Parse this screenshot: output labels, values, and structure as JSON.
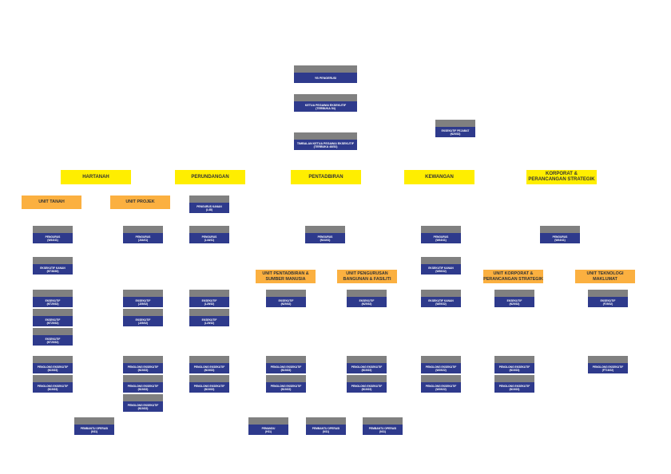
{
  "top": {
    "chairman": {
      "title": "YB PENGERUSI",
      "grade": ""
    },
    "ceo": {
      "title": "KETUA PEGAWAI EKSEKUTIF",
      "grade": "(TERBUKA 54)"
    },
    "deputy_ceo": {
      "title": "TIMBALAN KETUA PEGAWAI EKSEKUTIF",
      "grade": "(TERBUKA 48/52)"
    },
    "office_exec": {
      "title": "EKSEKUTIF PEJABAT",
      "grade": "(N29/32)"
    }
  },
  "departments": [
    "HARTANAH",
    "PERUNDANGAN",
    "PENTADBIRAN",
    "KEWANGAN",
    "KORPORAT &\nPERANCANGAN STRATEGIK"
  ],
  "units": [
    "UNIT TANAH",
    "UNIT PROJEK",
    "UNIT PENTADBIRAN &\nSUMBER MANUSIA",
    "UNIT PENGURUSAN\nBANGUNAN & FASILITI",
    "UNIT KORPORAT &\nPERANCANGAN STRATEGIK",
    "UNIT TEKNOLOGI\nMAKLUMAT"
  ],
  "positions": {
    "pk_l48": {
      "title": "PENGURUS KANAN",
      "grade": "(L48)"
    },
    "tanah_pengurus": {
      "title": "PENGURUS",
      "grade": "(W44/41)"
    },
    "projek_pengurus": {
      "title": "PENGURUS",
      "grade": "(J44/41)"
    },
    "perundangan_pengurus": {
      "title": "PENGURUS",
      "grade": "(L44/41)"
    },
    "pentadbiran_pengurus": {
      "title": "PENGURUS",
      "grade": "(N44/41)"
    },
    "kewangan_pengurus": {
      "title": "PENGURUS",
      "grade": "(W44/41)"
    },
    "korporat_pengurus": {
      "title": "PENGURUS",
      "grade": "(W44/41)"
    },
    "tanah_ek_kanan": {
      "title": "EKSEKUTIF KANAN",
      "grade": "(NT36/40)"
    },
    "kewangan_ek_kanan1": {
      "title": "EKSEKUTIF KANAN",
      "grade": "(W36/32)"
    },
    "tanah_ek1": {
      "title": "EKSEKUTIF",
      "grade": "(NT29/32)"
    },
    "tanah_ek2": {
      "title": "EKSEKUTIF",
      "grade": "(NT29/32)"
    },
    "tanah_ek3": {
      "title": "EKSEKUTIF",
      "grade": "(NT29/32)"
    },
    "projek_ek1": {
      "title": "EKSEKUTIF",
      "grade": "(J29/32)"
    },
    "projek_ek2": {
      "title": "EKSEKUTIF",
      "grade": "(J29/32)"
    },
    "perundangan_ek1": {
      "title": "EKSEKUTIF",
      "grade": "(L29/32)"
    },
    "perundangan_ek2": {
      "title": "EKSEKUTIF",
      "grade": "(L29/32)"
    },
    "psm_ek": {
      "title": "EKSEKUTIF",
      "grade": "(N29/32)"
    },
    "pbf_ek": {
      "title": "EKSEKUTIF",
      "grade": "(N29/32)"
    },
    "kewangan_ek_kanan2": {
      "title": "EKSEKUTIF KANAN",
      "grade": "(W29/32)"
    },
    "korporat_ek": {
      "title": "EKSEKUTIF",
      "grade": "(N29/32)"
    },
    "it_ek": {
      "title": "EKSEKUTIF",
      "grade": "(F29/32)"
    },
    "tanah_pe1": {
      "title": "PENOLONG EKSEKUTIF",
      "grade": "(N19/22)"
    },
    "tanah_pe2": {
      "title": "PENOLONG EKSEKUTIF",
      "grade": "(N19/22)"
    },
    "projek_pe1": {
      "title": "PENOLONG EKSEKUTIF",
      "grade": "(N19/22)"
    },
    "projek_pe2": {
      "title": "PENOLONG EKSEKUTIF",
      "grade": "(N19/22)"
    },
    "projek_pe3": {
      "title": "PENOLONG EKSEKUTIF",
      "grade": "(N19/22)"
    },
    "perundangan_pe1": {
      "title": "PENOLONG EKSEKUTIF",
      "grade": "(N19/22)"
    },
    "perundangan_pe2": {
      "title": "PENOLONG EKSEKUTIF",
      "grade": "(N19/22)"
    },
    "psm_pe1": {
      "title": "PENOLONG EKSEKUTIF",
      "grade": "(N19/22)"
    },
    "psm_pe2": {
      "title": "PENOLONG EKSEKUTIF",
      "grade": "(N19/22)"
    },
    "pbf_pe1": {
      "title": "PENOLONG EKSEKUTIF",
      "grade": "(N19/22)"
    },
    "pbf_pe2": {
      "title": "PENOLONG EKSEKUTIF",
      "grade": "(N19/22)"
    },
    "kewangan_pe1": {
      "title": "PENOLONG EKSEKUTIF",
      "grade": "(W19/22)"
    },
    "kewangan_pe2": {
      "title": "PENOLONG EKSEKUTIF",
      "grade": "(W19/22)"
    },
    "korporat_pe1": {
      "title": "PENOLONG EKSEKUTIF",
      "grade": "(N19/22)"
    },
    "korporat_pe2": {
      "title": "PENOLONG EKSEKUTIF",
      "grade": "(N19/22)"
    },
    "it_pe": {
      "title": "PENOLONG EKSEKUTIF",
      "grade": "(FT19/22)"
    },
    "projek_po": {
      "title": "PEMBANTU OPERASI",
      "grade": "(N11)"
    },
    "pemandu": {
      "title": "PEMANDU",
      "grade": "(H11)"
    },
    "po1": {
      "title": "PEMBANTU OPERASI",
      "grade": "(N11)"
    },
    "po2": {
      "title": "PEMBANTU OPERASI",
      "grade": "(N11)"
    }
  },
  "colors": {
    "box_header": "#808080",
    "box_body": "#2e3a8c",
    "department": "#ffee00",
    "unit": "#fbb040"
  }
}
